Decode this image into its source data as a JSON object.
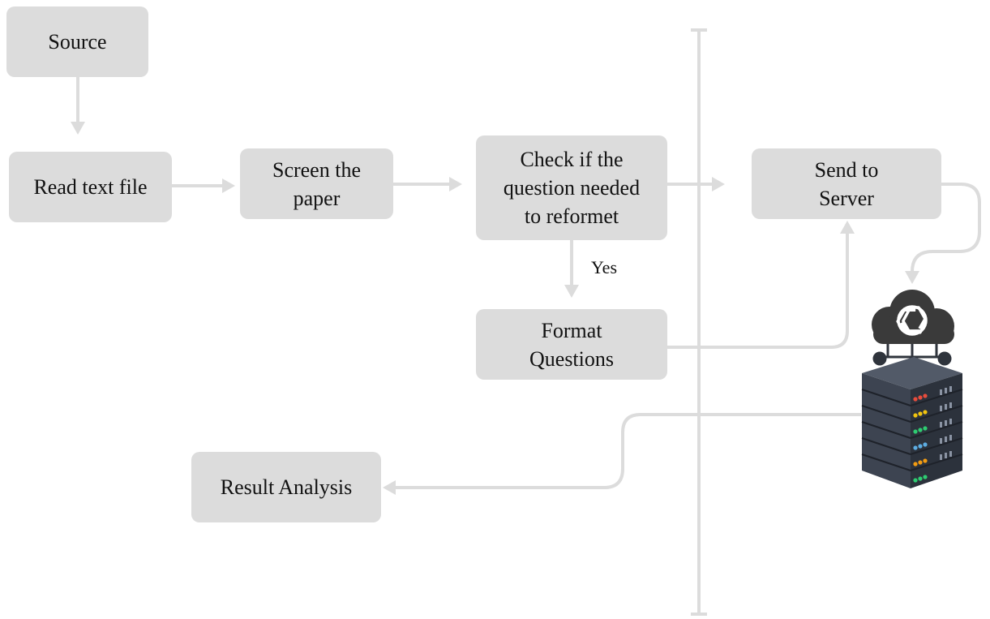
{
  "nodes": {
    "source": "Source",
    "read_text_file": "Read text file",
    "screen_paper": "Screen the\npaper",
    "check_reformat": "Check if the\nquestion needed\nto reformet",
    "send_to_server": "Send to\nServer",
    "format_questions": "Format\nQuestions",
    "result_analysis": "Result Analysis"
  },
  "edge_labels": {
    "yes": "Yes"
  },
  "icons": {
    "server": "server-rack-icon",
    "cloud": "cloud-icon",
    "ai_logo": "openai-logo-icon"
  },
  "colors": {
    "box_fill": "#dcdcdc",
    "connector": "#dcdcdc",
    "text": "#111111",
    "server_body": "#3d4451",
    "cloud": "#3a3a3a"
  }
}
